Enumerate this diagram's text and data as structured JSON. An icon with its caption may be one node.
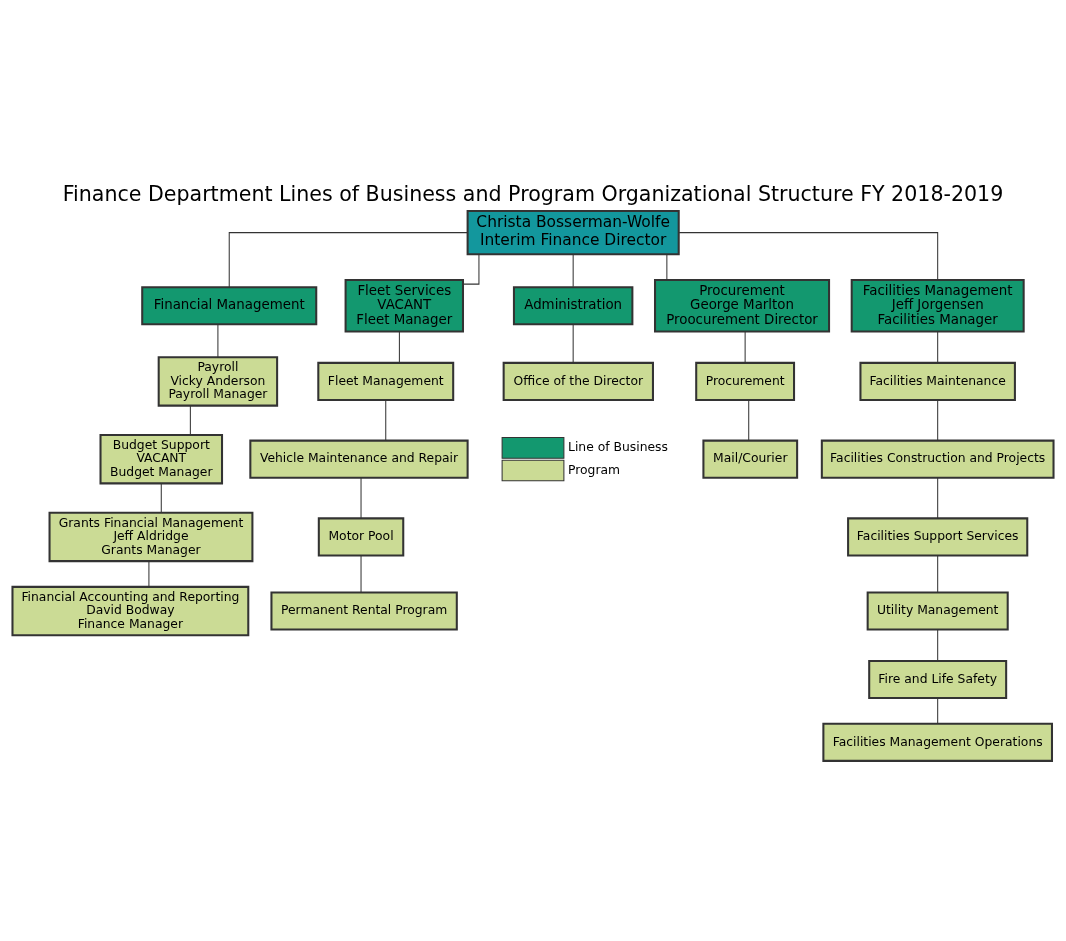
{
  "diagram": {
    "title": "Finance Department Lines of Business and Program Organizational Structure FY 2018-2019",
    "nodes": [
      {
        "text": [
          "Christa Bosserman-Wolfe",
          "Interim Finance Director"
        ]
      },
      {
        "text": [
          "Financial Management"
        ]
      },
      {
        "text": [
          "Payroll",
          "Vicky Anderson",
          "Payroll Manager"
        ]
      },
      {
        "text": [
          "Budget Support",
          "VACANT",
          "Budget Manager"
        ]
      },
      {
        "text": [
          "Grants Financial Management",
          "Jeff Aldridge",
          "Grants Manager"
        ]
      },
      {
        "text": [
          "Financial Accounting and Reporting",
          "David Bodway",
          "Finance Manager"
        ]
      },
      {
        "text": [
          "Fleet Services",
          "VACANT",
          "Fleet Manager"
        ]
      },
      {
        "text": [
          "Fleet Management"
        ]
      },
      {
        "text": [
          "Vehicle Maintenance and Repair"
        ]
      },
      {
        "text": [
          "Motor Pool"
        ]
      },
      {
        "text": [
          "Permanent Rental Program"
        ]
      },
      {
        "text": [
          "Administration"
        ]
      },
      {
        "text": [
          "Office of the Director"
        ]
      },
      {
        "text": [
          "Procurement",
          "George Marlton",
          "Proocurement Director"
        ]
      },
      {
        "text": [
          "Procurement"
        ]
      },
      {
        "text": [
          "Mail/Courier"
        ]
      },
      {
        "text": [
          "Facilities Management",
          "Jeff Jorgensen",
          "Facilities Manager"
        ]
      },
      {
        "text": [
          "Facilities Maintenance"
        ]
      },
      {
        "text": [
          "Facilities Construction and Projects"
        ]
      },
      {
        "text": [
          "Facilities Support Services"
        ]
      },
      {
        "text": [
          "Utility Management"
        ]
      },
      {
        "text": [
          "Fire and Life Safety"
        ]
      },
      {
        "text": [
          "Facilities Management Operations"
        ]
      }
    ],
    "edges": [
      {
        "from": 0,
        "to": 1,
        "arrow": "none"
      },
      {
        "from": 0,
        "to": 6,
        "arrow": "none"
      },
      {
        "from": 0,
        "to": 11,
        "arrow": "none"
      },
      {
        "from": 0,
        "to": 13,
        "arrow": "none"
      },
      {
        "from": 0,
        "to": 16,
        "arrow": "none"
      },
      {
        "from": 1,
        "to": 2,
        "arrow": "none"
      },
      {
        "from": 2,
        "to": 3,
        "arrow": "none"
      },
      {
        "from": 3,
        "to": 4,
        "arrow": "none"
      },
      {
        "from": 4,
        "to": 5,
        "arrow": "none"
      },
      {
        "from": 6,
        "to": 7,
        "arrow": "none"
      },
      {
        "from": 7,
        "to": 8,
        "arrow": "none"
      },
      {
        "from": 8,
        "to": 9,
        "arrow": "none"
      },
      {
        "from": 9,
        "to": 10,
        "arrow": "none"
      },
      {
        "from": 11,
        "to": 12,
        "arrow": "none"
      },
      {
        "from": 13,
        "to": 14,
        "arrow": "none"
      },
      {
        "from": 14,
        "to": 15,
        "arrow": "none"
      },
      {
        "from": 16,
        "to": 17,
        "arrow": "none"
      },
      {
        "from": 17,
        "to": 18,
        "arrow": "none"
      },
      {
        "from": 18,
        "to": 19,
        "arrow": "none"
      },
      {
        "from": 19,
        "to": 20,
        "arrow": "none"
      },
      {
        "from": 20,
        "to": 21,
        "arrow": "none"
      },
      {
        "from": 21,
        "to": 22,
        "arrow": "none"
      }
    ],
    "legend": [
      {
        "text": "Line of Business",
        "color": "#13986f"
      },
      {
        "text": "Program",
        "color": "#cbdb95"
      }
    ]
  }
}
